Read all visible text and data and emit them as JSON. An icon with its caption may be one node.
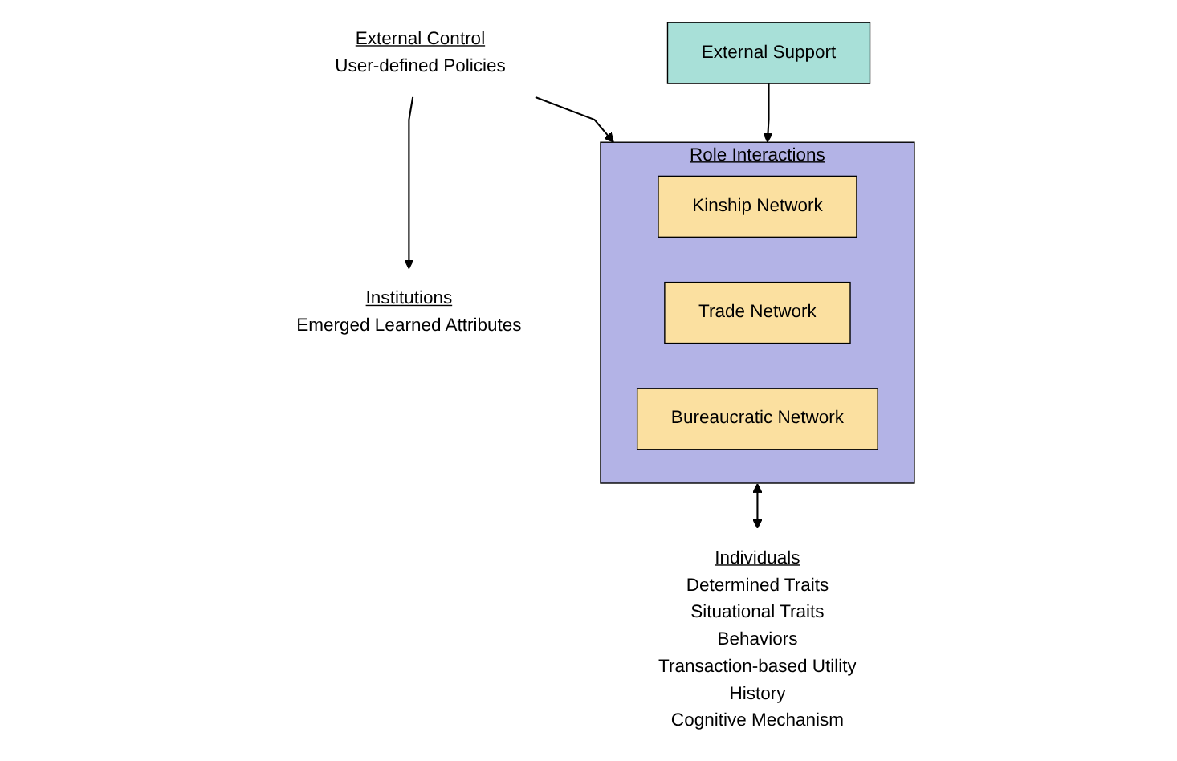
{
  "diagram": {
    "nodes": [
      {
        "text": [
          "Institutions",
          "Emerged Learned Attributes"
        ]
      },
      {
        "text": [
          "External Control",
          "User-defined Policies"
        ]
      },
      {
        "text": [
          "Role Interactions"
        ]
      },
      {
        "text": [
          "Kinship Network"
        ],
        "in": 2
      },
      {
        "text": [
          "Trade Network"
        ],
        "in": 2
      },
      {
        "text": [
          "Bureaucratic Network"
        ],
        "in": 2
      },
      {
        "text": [
          "External Support"
        ]
      },
      {
        "text": [
          "Individuals",
          "Determined Traits",
          "Situational Traits",
          "Behaviors",
          "Transaction-based Utility",
          "History",
          "Cognitive Mechanism"
        ]
      }
    ],
    "edges": [
      {
        "from": 1,
        "to": 0,
        "arrow": "to"
      },
      {
        "from": 1,
        "to": 2,
        "arrow": "to"
      },
      {
        "from": 6,
        "to": 2,
        "arrow": "to"
      },
      {
        "from": 2,
        "to": 7,
        "arrow": "both"
      }
    ]
  }
}
